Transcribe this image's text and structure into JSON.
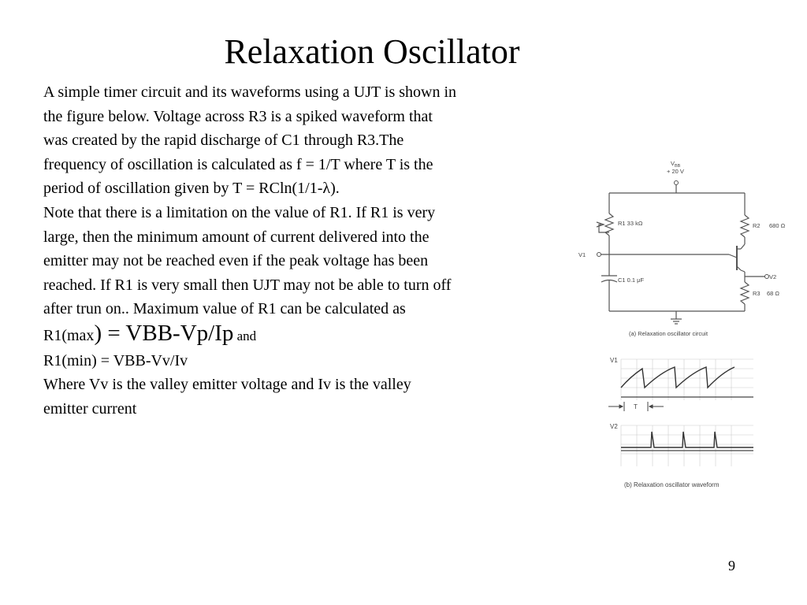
{
  "title": "Relaxation Oscillator",
  "paragraph_lines": [
    "A simple timer circuit and its waveforms using a UJT is shown in",
    "the figure below. Voltage across R3 is a spiked waveform that",
    "was created by the rapid discharge of C1 through R3.The",
    "frequency of oscillation is calculated as f = 1/T where T is the",
    "period of oscillation given by T = RCln(1/1-λ).",
    "Note that there is a limitation on the value of R1. If R1 is very",
    "large, then the minimum amount of current delivered into the",
    "emitter may not be reached  even if the peak voltage has been",
    "reached. If R1 is very small then UJT may not be able to turn off",
    "after trun on.. Maximum value of R1 can be calculated as"
  ],
  "formula_max": {
    "prefix": "R1(max",
    "body": ") = VBB-Vp/Ip",
    "suffix": " and"
  },
  "formula_min": "R1(min) = VBB-Vv/Iv",
  "closing_lines": [
    "Where Vv is the valley emitter voltage and Iv is the valley",
    "emitter current"
  ],
  "page_number": "9",
  "circuit": {
    "vbb_label": "V",
    "vbb_sub": "BB",
    "vbb_value": "+ 20 V",
    "r1_label": "R1  33 kΩ",
    "r2_label": "R2",
    "r2_value": "680 Ω",
    "r3_label": "R3",
    "r3_value": "68 Ω",
    "c1_label": "C1  0.1 μF",
    "v1_label": "V1",
    "v2_label": "V2",
    "caption": "(a) Relaxation oscillator circuit"
  },
  "waveform": {
    "v1_label": "V1",
    "t_label": "T",
    "v2_label": "V2",
    "caption": "(b) Relaxation oscillator waveform"
  }
}
